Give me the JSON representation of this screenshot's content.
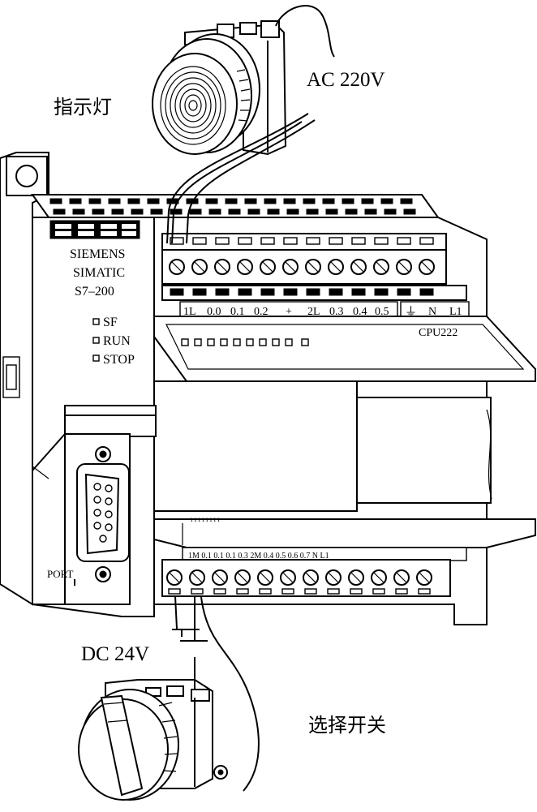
{
  "labels": {
    "indicator_lamp": "指示灯",
    "ac_voltage": "AC 220V",
    "dc_voltage": "DC 24V",
    "selector_switch": "选择开关"
  },
  "plc": {
    "brand_line1": "SIEMENS",
    "brand_line2": "SIMATIC",
    "brand_line3": "S7–200",
    "model": "CPU222",
    "port_label": "PORT",
    "leds": [
      "SF",
      "RUN",
      "STOP"
    ],
    "output_terminals_group1": [
      "1L",
      "0.0",
      "0.1",
      "0.2",
      "+",
      "2L",
      "0.3",
      "0.4",
      "0.5"
    ],
    "output_terminals_group2": [
      "⏚",
      "N",
      "L1"
    ]
  }
}
